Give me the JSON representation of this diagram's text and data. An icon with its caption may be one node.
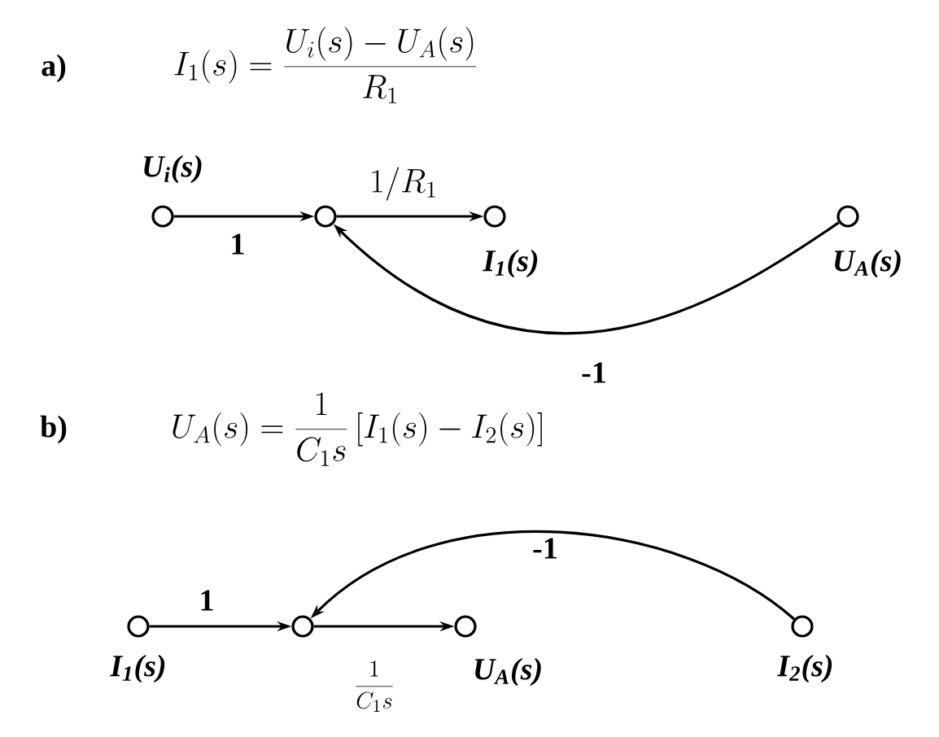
{
  "diagram": {
    "nodes": [
      {
        "text": [],
        "shape": "circle",
        "beside": [
          "U$_{i}$(s)"
        ]
      },
      {
        "text": [],
        "shape": "circle"
      },
      {
        "text": [],
        "shape": "circle",
        "beside": [
          "I$_{1}$(s)"
        ]
      },
      {
        "text": [],
        "shape": "circle",
        "beside": [
          "U$_{A}$(s)"
        ]
      },
      {
        "text": [],
        "shape": "circle",
        "beside": [
          "I$_{1}$(s)"
        ]
      },
      {
        "text": [],
        "shape": "circle"
      },
      {
        "text": [],
        "shape": "circle",
        "beside": [
          "U$_{A}$(s)"
        ]
      },
      {
        "text": [],
        "shape": "circle",
        "beside": [
          "I$_{2}$(s)"
        ]
      }
    ],
    "edges": [
      {
        "from": 0,
        "to": 1,
        "arrow": "to",
        "label": "1"
      },
      {
        "from": 1,
        "to": 2,
        "arrow": "to",
        "label": "1/R_1"
      },
      {
        "from": 3,
        "to": 1,
        "arrow": "to",
        "label": "-1"
      },
      {
        "from": 4,
        "to": 5,
        "arrow": "to",
        "label": "1"
      },
      {
        "from": 5,
        "to": 6,
        "arrow": "to",
        "label": "\\frac{1}{C_1s}"
      },
      {
        "from": 7,
        "to": 5,
        "arrow": "to",
        "label": "-1"
      }
    ],
    "labels": [
      "a)",
      "I_1(s)=\\frac{U_i(s)-U_A(s)}{R_1}",
      "b)",
      "U_A(s)=\\frac{1}{C_1s}\\left[I_1(s)-I_2(s)\\right]"
    ]
  }
}
